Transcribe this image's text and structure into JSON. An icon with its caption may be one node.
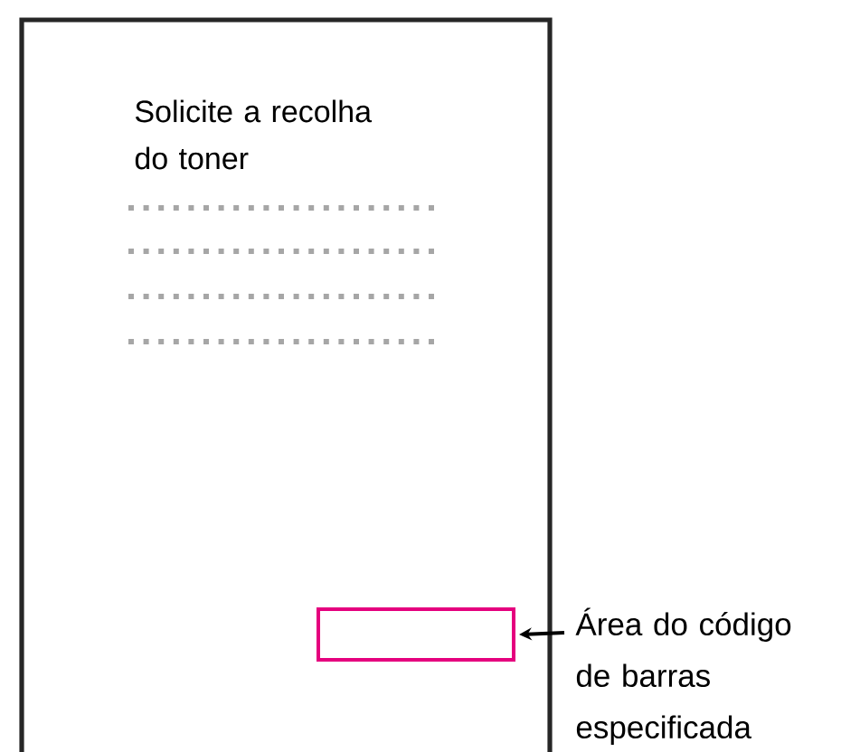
{
  "diagram": {
    "nodes": [
      {
        "text": [
          "Solicite a recolha do toner"
        ]
      },
      {
        "text": [],
        "shape": "box",
        "in": 0
      },
      {
        "text": [
          "Área do código de barras especificada"
        ]
      }
    ],
    "edges": [
      {
        "from": 2,
        "to": 1,
        "arrow": "to"
      }
    ]
  }
}
